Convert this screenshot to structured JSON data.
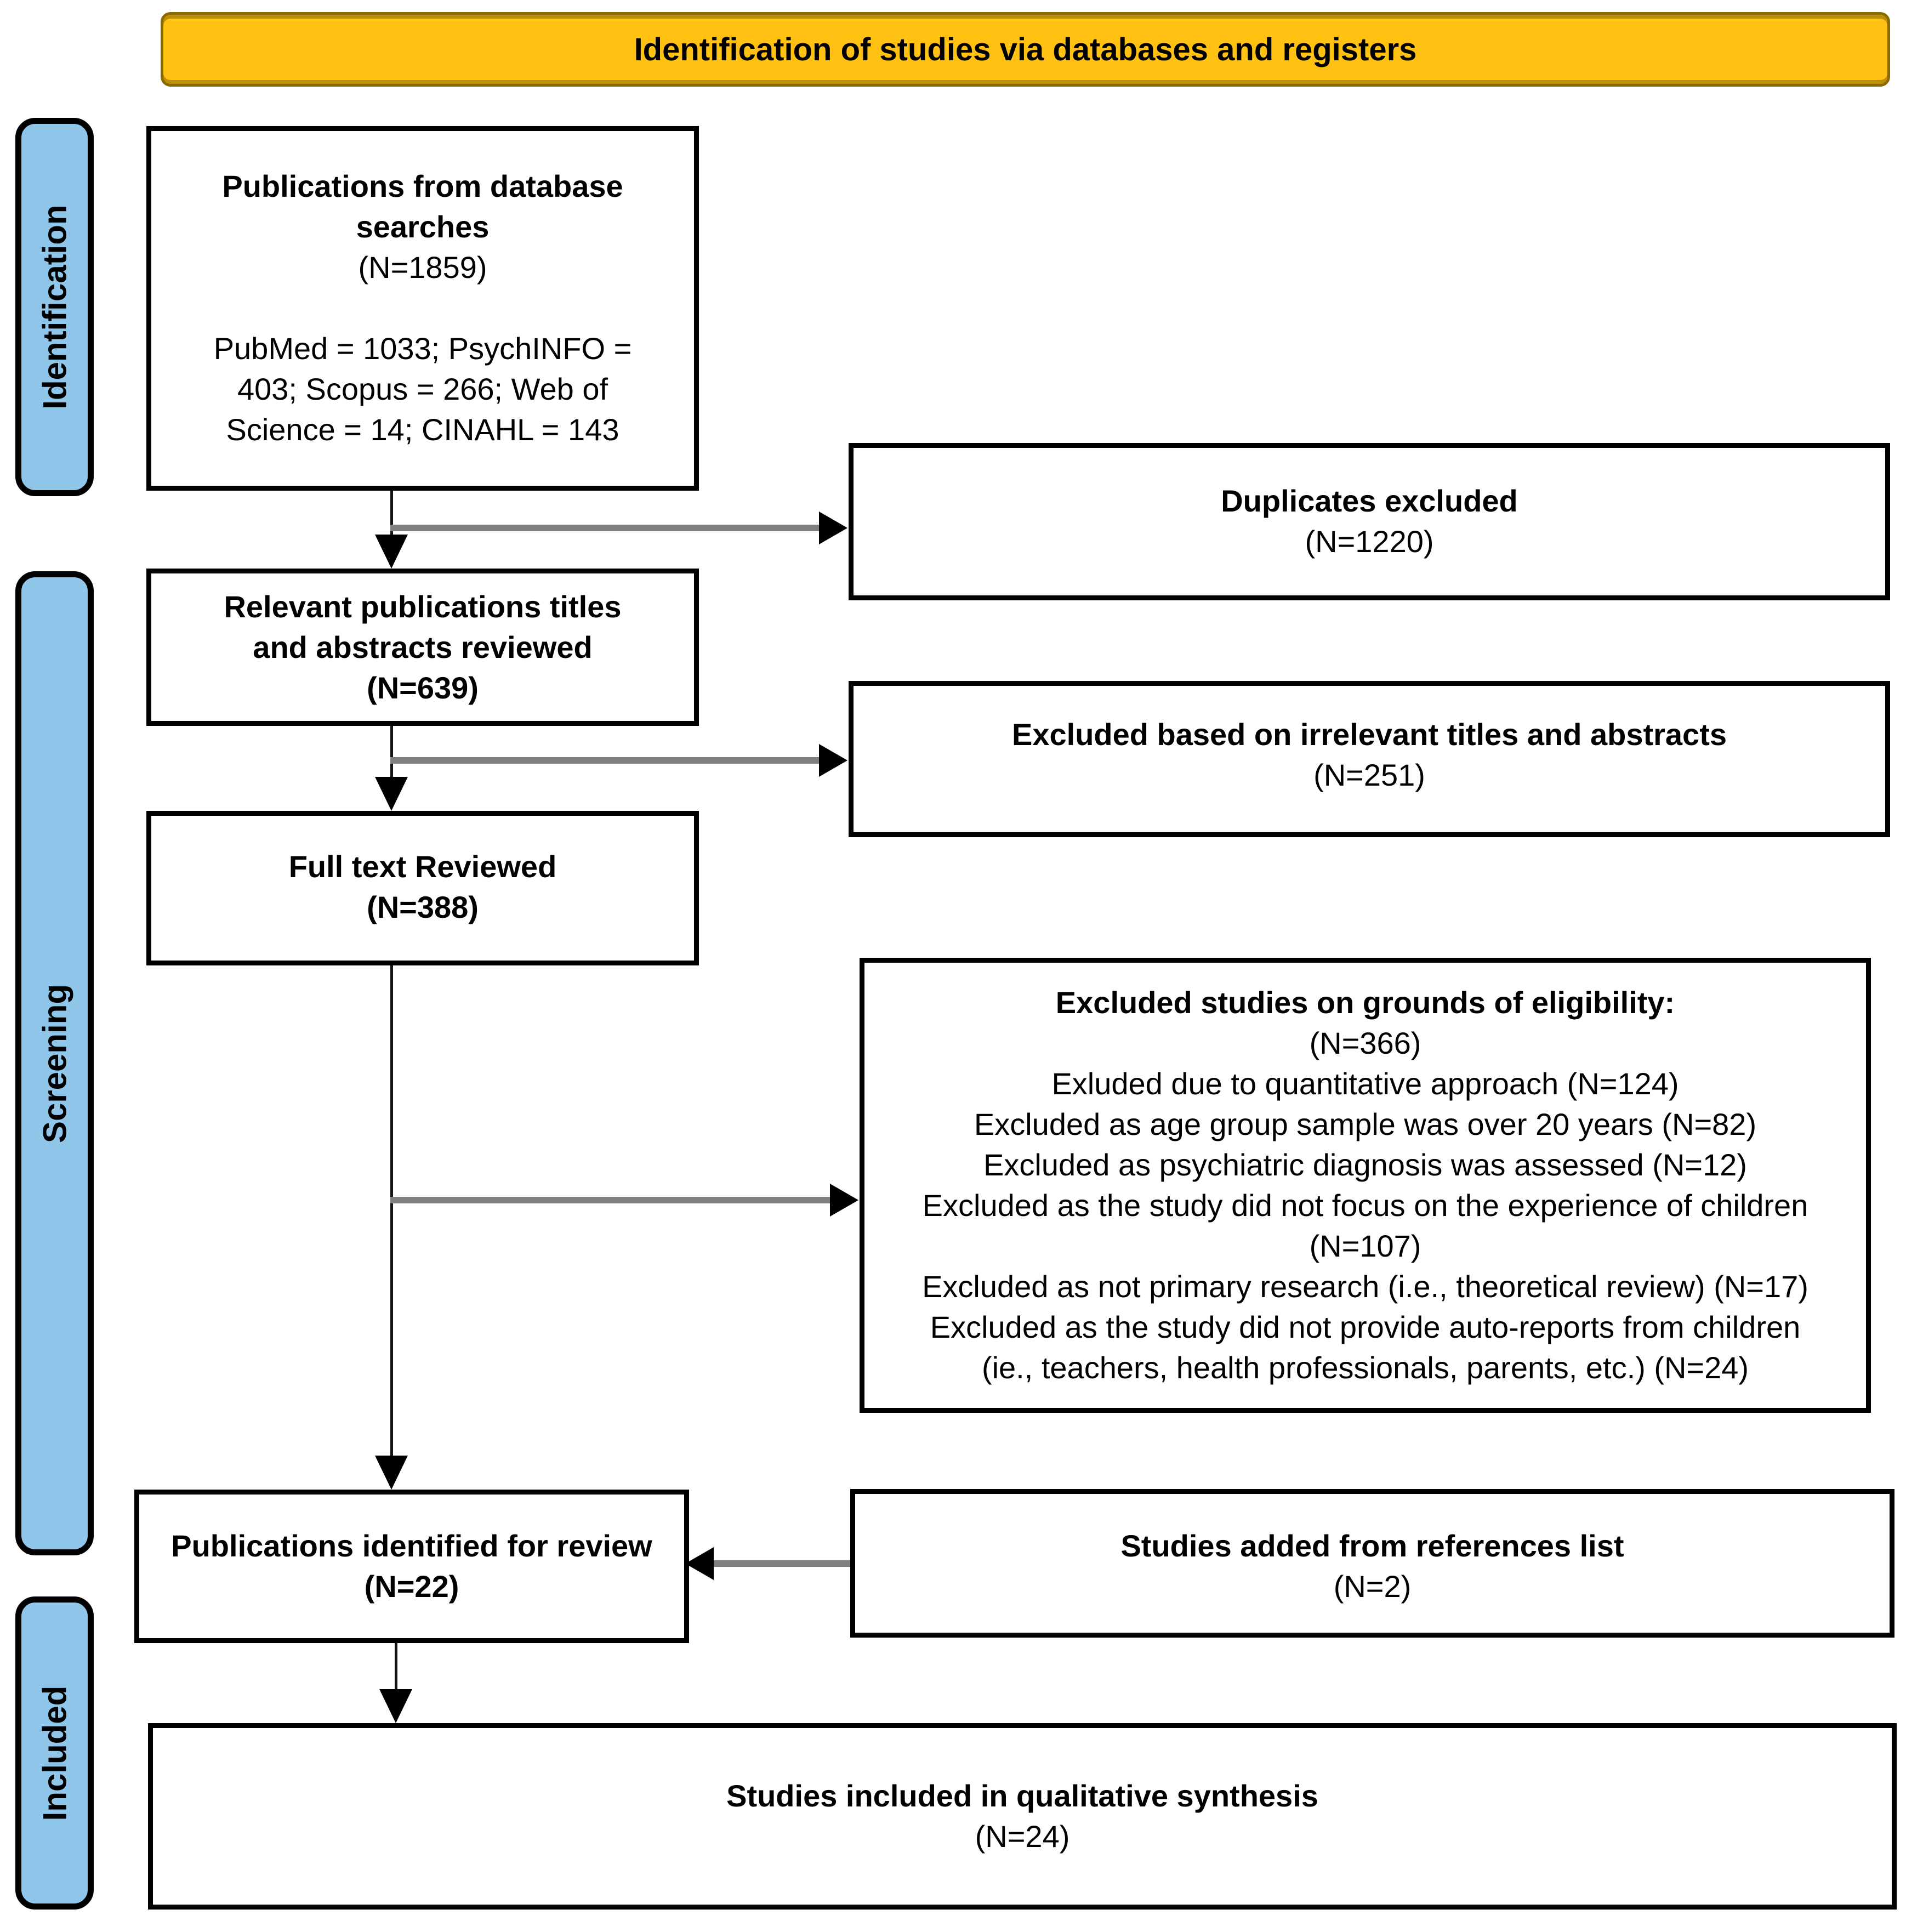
{
  "banner": {
    "label": "Identification of studies via databases and registers"
  },
  "colors": {
    "banner_bg": "#FFC112",
    "banner_border": "#8A6A00",
    "stage_bg": "#8FC6E9",
    "connector_gray": "#7F7F7F",
    "box_border": "#000000"
  },
  "stages": [
    {
      "id": "identification",
      "label": "Identification"
    },
    {
      "id": "screening",
      "label": "Screening"
    },
    {
      "id": "included",
      "label": "Included"
    }
  ],
  "boxes": {
    "db_search": {
      "title_lines": [
        "Publications from database",
        "searches"
      ],
      "n": "(N=1859)",
      "detail_lines": [
        "PubMed = 1033; PsychINFO =",
        "403; Scopus = 266;  Web of",
        "Science = 14;  CINAHL = 143"
      ]
    },
    "duplicates": {
      "title": "Duplicates excluded",
      "n": "(N=1220)"
    },
    "titles_reviewed": {
      "title_lines": [
        "Relevant publications titles",
        "and abstracts reviewed"
      ],
      "n": "(N=639)"
    },
    "irrelevant": {
      "title": "Excluded based on irrelevant titles and abstracts",
      "n": "(N=251)"
    },
    "full_text": {
      "title": "Full text Reviewed",
      "n": "(N=388)"
    },
    "eligibility": {
      "title": "Excluded studies on grounds of eligibility:",
      "n": "(N=366)",
      "reasons": [
        "Exluded due to quantitative approach (N=124)",
        "Excluded as age group sample was over 20 years (N=82)",
        "Excluded as psychiatric diagnosis was assessed (N=12)",
        "Excluded as the study did not focus on the experience of children",
        "(N=107)",
        "Excluded as not primary research (i.e., theoretical review) (N=17)",
        "Excluded as the study did not provide auto-reports from children",
        "(ie., teachers, health professionals, parents, etc.) (N=24)"
      ]
    },
    "identified": {
      "title": "Publications identified for review",
      "n": "(N=22)"
    },
    "references": {
      "title": "Studies added from references list",
      "n": "(N=2)"
    },
    "qualitative": {
      "title": "Studies included in qualitative synthesis",
      "n": "(N=24)"
    }
  }
}
